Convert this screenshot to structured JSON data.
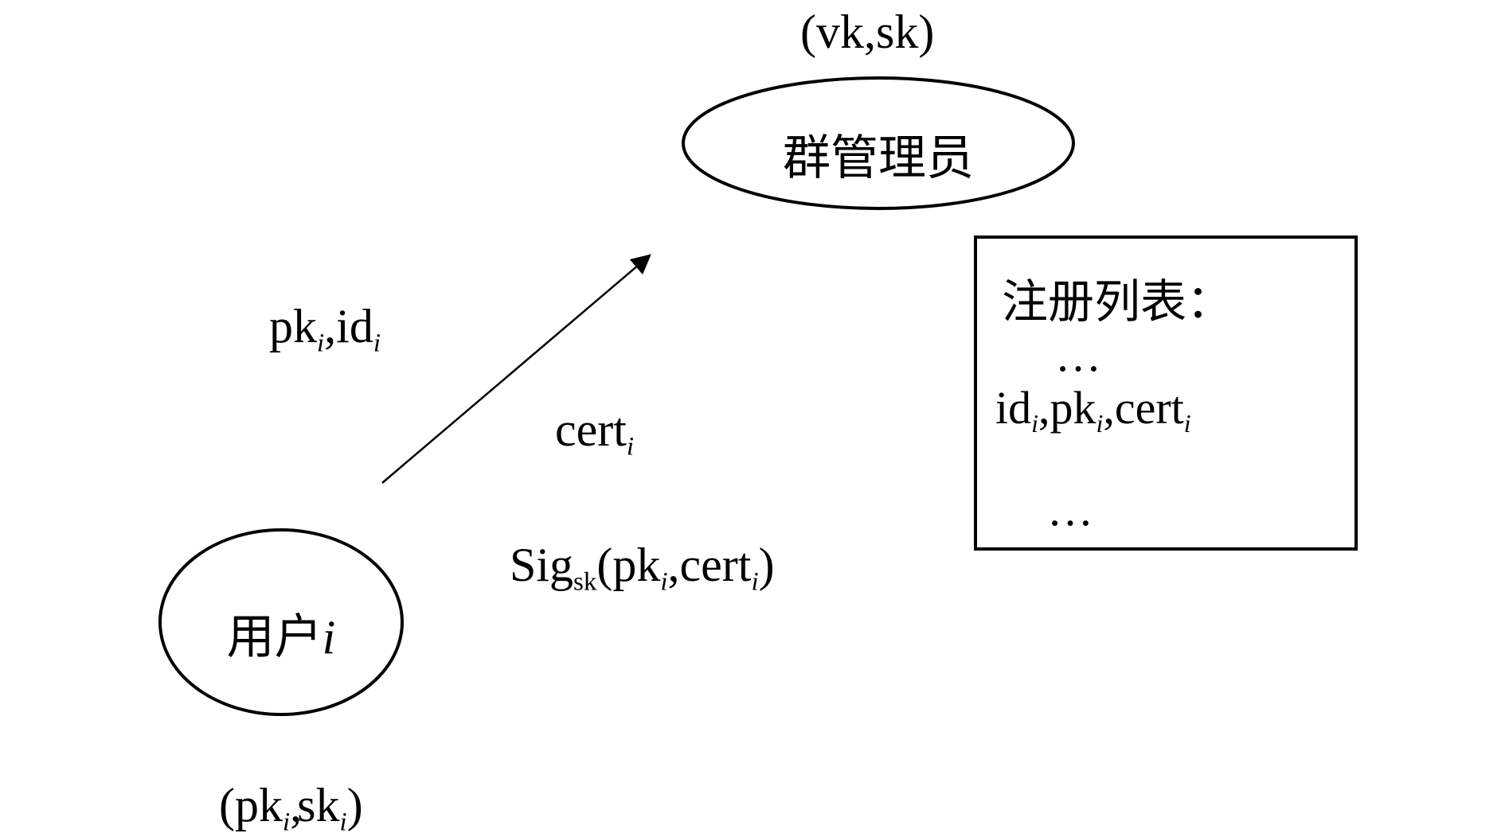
{
  "manager": {
    "name": "群管理员",
    "keys": {
      "open": "(",
      "a": "vk",
      "sep": ",",
      "b": "sk",
      "close": ")"
    }
  },
  "user": {
    "name": "用户",
    "index": "i",
    "keys": {
      "open": "(",
      "a": "pk",
      "a_sub": "i",
      "sep": ",",
      "b": "sk",
      "b_sub": "i",
      "close": ")"
    }
  },
  "messages": {
    "request": {
      "a": "pk",
      "a_sub": "i",
      "sep": ",",
      "b": "id",
      "b_sub": "i"
    },
    "cert": {
      "base": "cert",
      "sub": "i"
    },
    "signature": {
      "base": "Sig",
      "base_sub": "sk",
      "open": "(",
      "a": "pk",
      "a_sub": "i",
      "sep": ",",
      "b": "cert",
      "b_sub": "i",
      "close": ")"
    }
  },
  "registry": {
    "title": "注册列表：",
    "ellipsis_top": "…",
    "entry": {
      "a": "id",
      "a_sub": "i",
      "sep1": ",",
      "b": "pk",
      "b_sub": "i",
      "sep2": ",",
      "c": "cert",
      "c_sub": "i"
    },
    "ellipsis_bottom": "…"
  }
}
